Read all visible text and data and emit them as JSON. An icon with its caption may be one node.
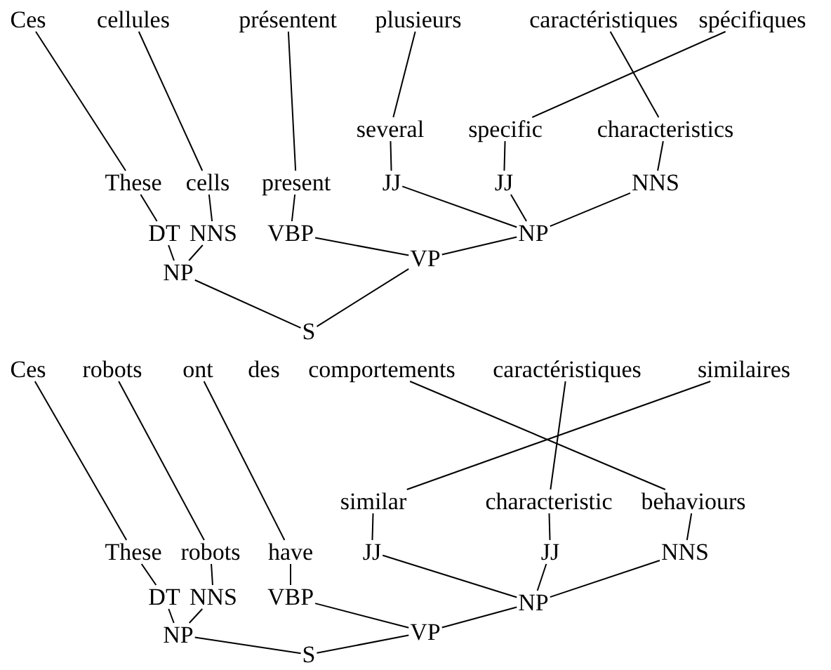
{
  "diagram": {
    "nodes": [
      {
        "text": [
          "Ces"
        ]
      },
      {
        "text": [
          "cellules"
        ]
      },
      {
        "text": [
          "présentent"
        ]
      },
      {
        "text": [
          "plusieurs"
        ]
      },
      {
        "text": [
          "caractéristiques"
        ]
      },
      {
        "text": [
          "spécifiques"
        ]
      },
      {
        "text": [
          "These"
        ]
      },
      {
        "text": [
          "cells"
        ]
      },
      {
        "text": [
          "present"
        ]
      },
      {
        "text": [
          "several"
        ]
      },
      {
        "text": [
          "specific"
        ]
      },
      {
        "text": [
          "characteristics"
        ]
      },
      {
        "text": [
          "DT"
        ]
      },
      {
        "text": [
          "NNS"
        ]
      },
      {
        "text": [
          "VBP"
        ]
      },
      {
        "text": [
          "JJ"
        ]
      },
      {
        "text": [
          "JJ"
        ]
      },
      {
        "text": [
          "NNS"
        ]
      },
      {
        "text": [
          "NP"
        ]
      },
      {
        "text": [
          "NP"
        ]
      },
      {
        "text": [
          "VP"
        ]
      },
      {
        "text": [
          "S"
        ]
      },
      {
        "text": [
          "Ces"
        ]
      },
      {
        "text": [
          "robots"
        ]
      },
      {
        "text": [
          "ont"
        ]
      },
      {
        "text": [
          "des"
        ]
      },
      {
        "text": [
          "comportements"
        ]
      },
      {
        "text": [
          "caractéristiques"
        ]
      },
      {
        "text": [
          "similaires"
        ]
      },
      {
        "text": [
          "These"
        ]
      },
      {
        "text": [
          "robots"
        ]
      },
      {
        "text": [
          "have"
        ]
      },
      {
        "text": [
          "similar"
        ]
      },
      {
        "text": [
          "characteristic"
        ]
      },
      {
        "text": [
          "behaviours"
        ]
      },
      {
        "text": [
          "DT"
        ]
      },
      {
        "text": [
          "NNS"
        ]
      },
      {
        "text": [
          "VBP"
        ]
      },
      {
        "text": [
          "JJ"
        ]
      },
      {
        "text": [
          "JJ"
        ]
      },
      {
        "text": [
          "NNS"
        ]
      },
      {
        "text": [
          "NP"
        ]
      },
      {
        "text": [
          "NP"
        ]
      },
      {
        "text": [
          "VP"
        ]
      },
      {
        "text": [
          "S"
        ]
      }
    ],
    "edges": [
      {
        "from": 0,
        "to": 6,
        "arrow": "none"
      },
      {
        "from": 1,
        "to": 7,
        "arrow": "none"
      },
      {
        "from": 2,
        "to": 8,
        "arrow": "none"
      },
      {
        "from": 3,
        "to": 9,
        "arrow": "none"
      },
      {
        "from": 4,
        "to": 11,
        "arrow": "none"
      },
      {
        "from": 5,
        "to": 10,
        "arrow": "none"
      },
      {
        "from": 6,
        "to": 12,
        "arrow": "none"
      },
      {
        "from": 7,
        "to": 13,
        "arrow": "none"
      },
      {
        "from": 8,
        "to": 14,
        "arrow": "none"
      },
      {
        "from": 9,
        "to": 15,
        "arrow": "none"
      },
      {
        "from": 10,
        "to": 16,
        "arrow": "none"
      },
      {
        "from": 11,
        "to": 17,
        "arrow": "none"
      },
      {
        "from": 12,
        "to": 18,
        "arrow": "none"
      },
      {
        "from": 13,
        "to": 18,
        "arrow": "none"
      },
      {
        "from": 15,
        "to": 19,
        "arrow": "none"
      },
      {
        "from": 16,
        "to": 19,
        "arrow": "none"
      },
      {
        "from": 17,
        "to": 19,
        "arrow": "none"
      },
      {
        "from": 14,
        "to": 20,
        "arrow": "none"
      },
      {
        "from": 19,
        "to": 20,
        "arrow": "none"
      },
      {
        "from": 18,
        "to": 21,
        "arrow": "none"
      },
      {
        "from": 20,
        "to": 21,
        "arrow": "none"
      },
      {
        "from": 22,
        "to": 29,
        "arrow": "none"
      },
      {
        "from": 23,
        "to": 30,
        "arrow": "none"
      },
      {
        "from": 24,
        "to": 31,
        "arrow": "none"
      },
      {
        "from": 26,
        "to": 34,
        "arrow": "none"
      },
      {
        "from": 27,
        "to": 33,
        "arrow": "none"
      },
      {
        "from": 28,
        "to": 32,
        "arrow": "none"
      },
      {
        "from": 29,
        "to": 35,
        "arrow": "none"
      },
      {
        "from": 30,
        "to": 36,
        "arrow": "none"
      },
      {
        "from": 31,
        "to": 37,
        "arrow": "none"
      },
      {
        "from": 32,
        "to": 38,
        "arrow": "none"
      },
      {
        "from": 33,
        "to": 39,
        "arrow": "none"
      },
      {
        "from": 34,
        "to": 40,
        "arrow": "none"
      },
      {
        "from": 35,
        "to": 41,
        "arrow": "none"
      },
      {
        "from": 36,
        "to": 41,
        "arrow": "none"
      },
      {
        "from": 38,
        "to": 42,
        "arrow": "none"
      },
      {
        "from": 39,
        "to": 42,
        "arrow": "none"
      },
      {
        "from": 40,
        "to": 42,
        "arrow": "none"
      },
      {
        "from": 37,
        "to": 43,
        "arrow": "none"
      },
      {
        "from": 42,
        "to": 43,
        "arrow": "none"
      },
      {
        "from": 41,
        "to": 44,
        "arrow": "none"
      },
      {
        "from": 43,
        "to": 44,
        "arrow": "none"
      }
    ]
  }
}
